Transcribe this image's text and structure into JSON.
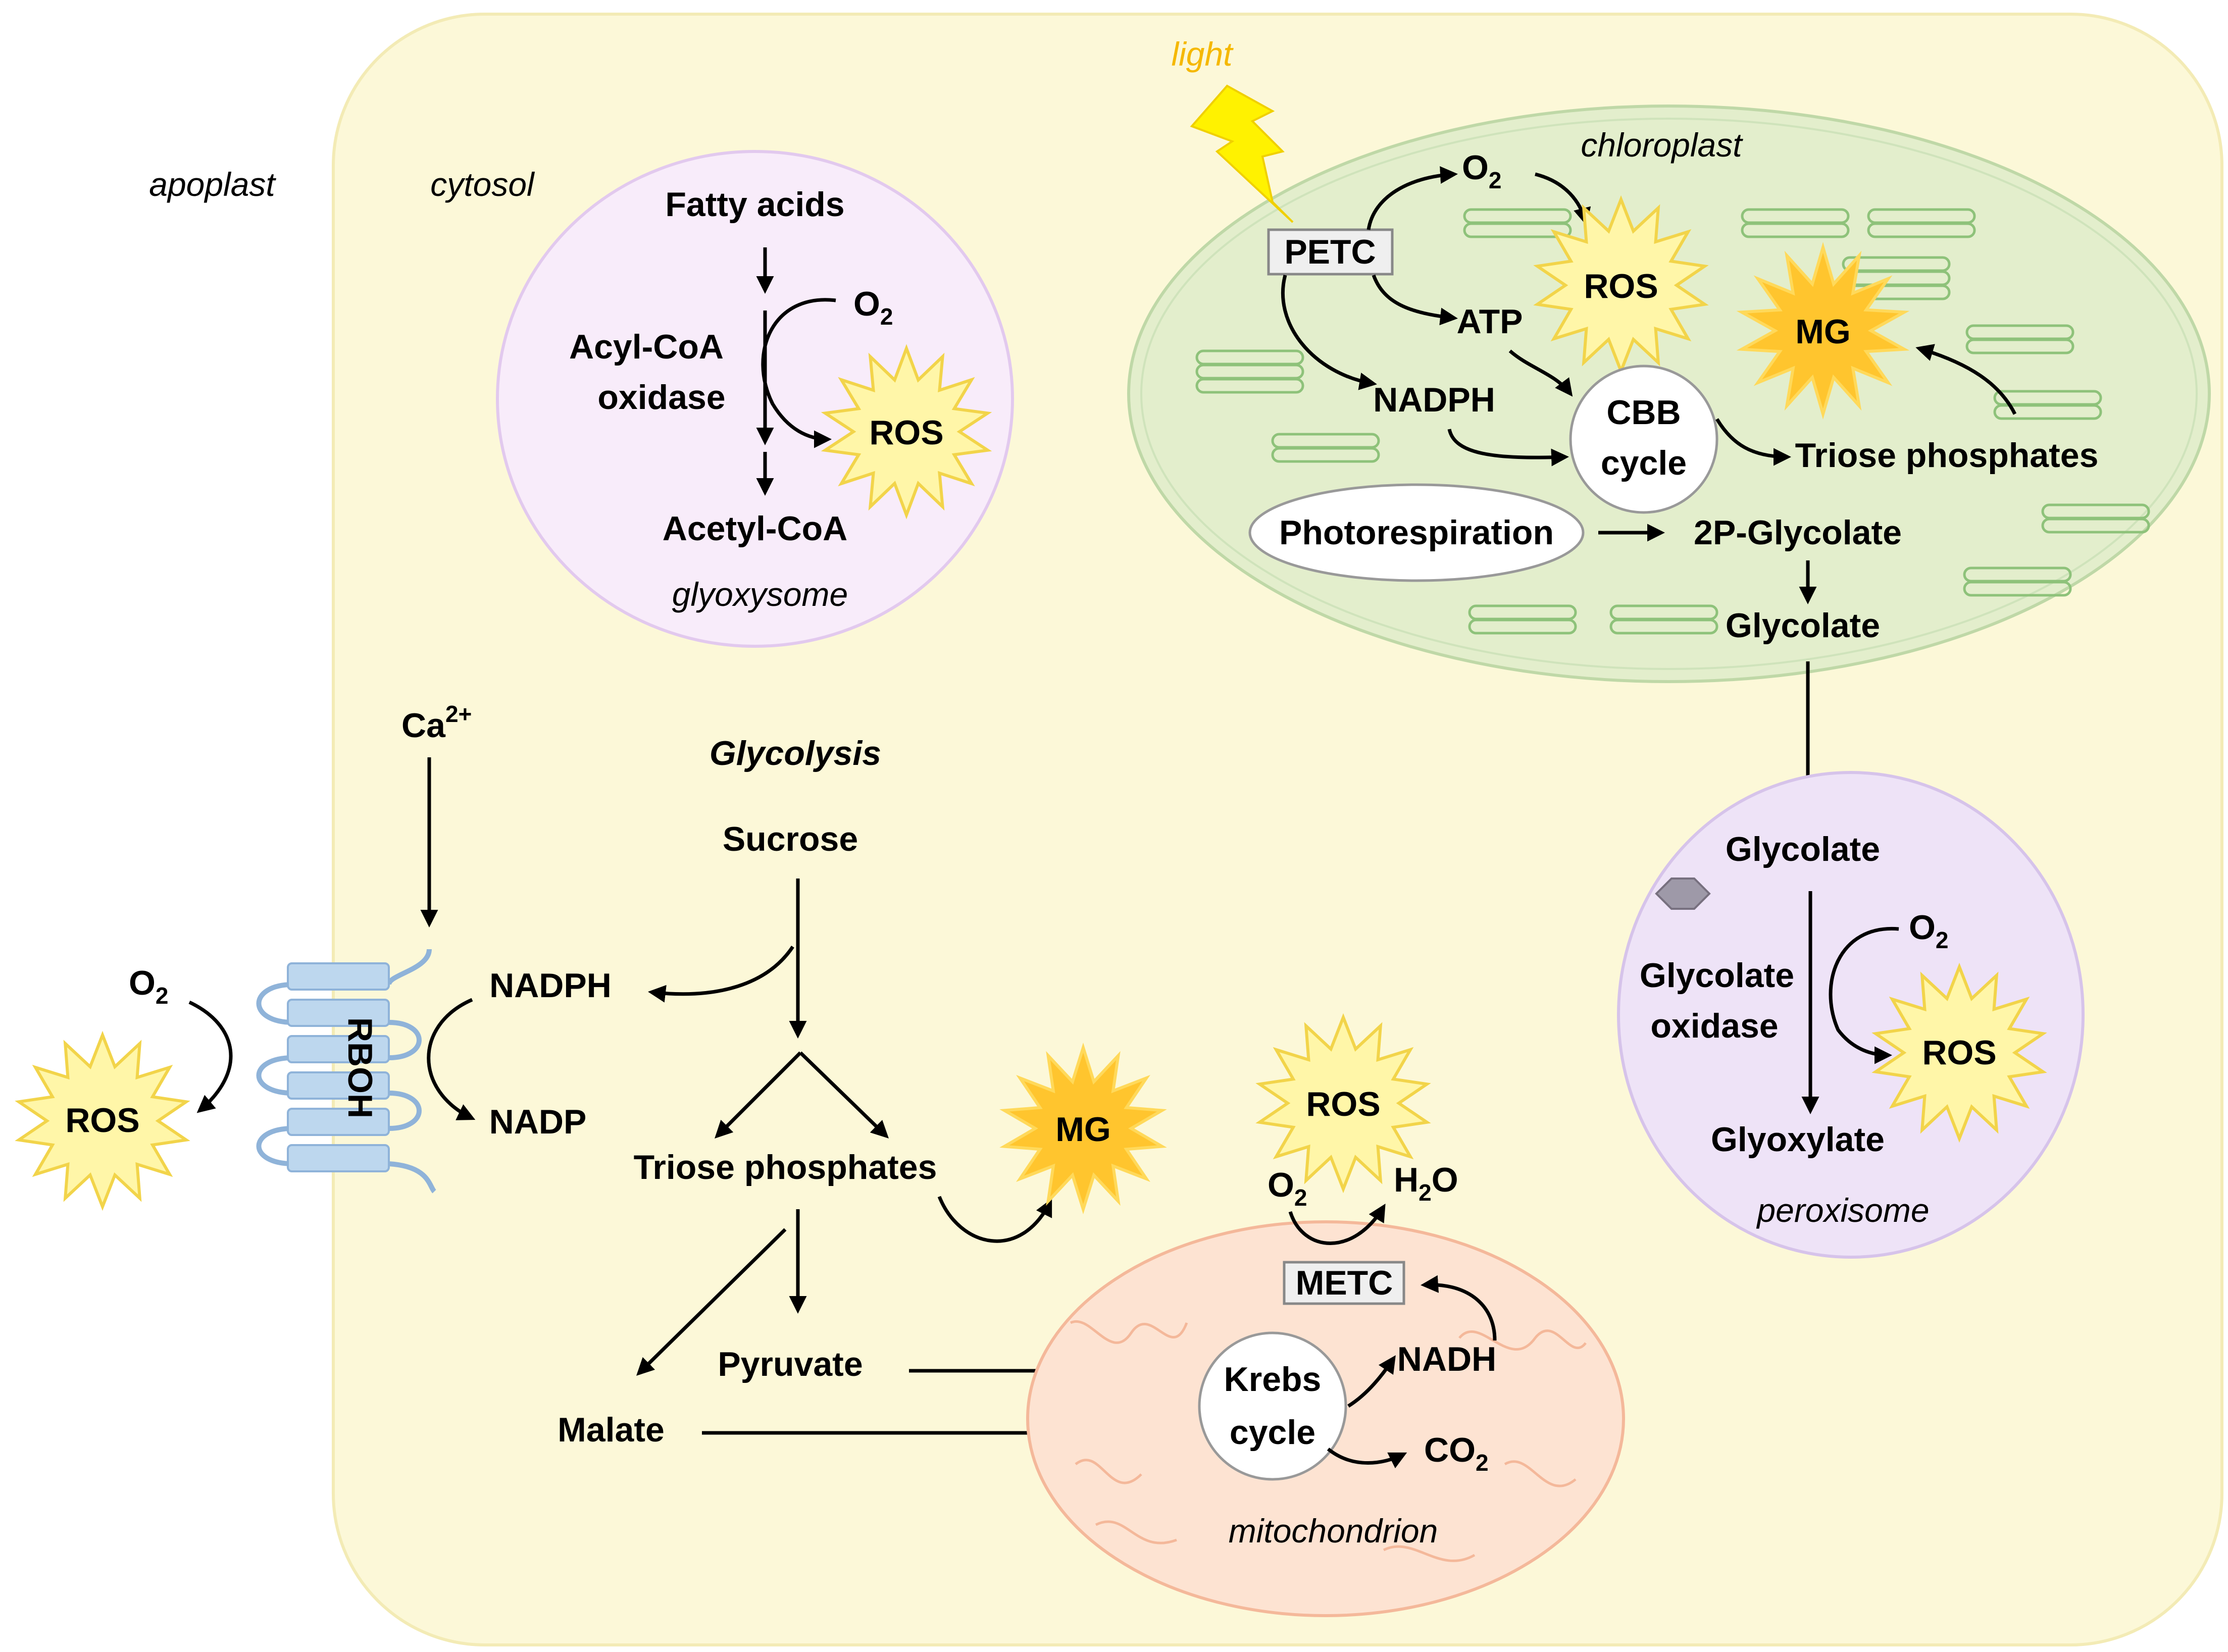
{
  "compartments": {
    "apoplast": "apoplast",
    "cytosol": "cytosol",
    "glyoxysome": "glyoxysome",
    "chloroplast": "chloroplast",
    "peroxisome": "peroxisome",
    "mitochondrion": "mitochondrion"
  },
  "light": "light",
  "glyoxysome": {
    "fatty_acids": "Fatty acids",
    "acyl_coa_oxidase_line1": "Acyl-CoA",
    "acyl_coa_oxidase_line2": "oxidase",
    "acetyl_coa": "Acetyl-CoA",
    "o2": "O",
    "o2_sub": "2",
    "ros": "ROS"
  },
  "chloroplast": {
    "petc": "PETC",
    "o2": "O",
    "o2_sub": "2",
    "atp": "ATP",
    "nadph": "NADPH",
    "ros": "ROS",
    "mg": "MG",
    "cbb_line1": "CBB",
    "cbb_line2": "cycle",
    "triose": "Triose phosphates",
    "photorespiration": "Photorespiration",
    "glycolate_2p": "2P-Glycolate",
    "glycolate": "Glycolate"
  },
  "peroxisome": {
    "glycolate": "Glycolate",
    "o2": "O",
    "o2_sub": "2",
    "oxidase_line1": "Glycolate",
    "oxidase_line2": "oxidase",
    "ros": "ROS",
    "glyoxylate": "Glyoxylate"
  },
  "membrane": {
    "ca": "Ca",
    "ca_sup": "2+",
    "rboh": "RBOH",
    "o2": "O",
    "o2_sub": "2",
    "ros": "ROS",
    "nadph": "NADPH",
    "nadp": "NADP"
  },
  "glycolysis": {
    "title": "Glycolysis",
    "sucrose": "Sucrose",
    "triose": "Triose phosphates",
    "mg": "MG",
    "pyruvate": "Pyruvate",
    "malate": "Malate"
  },
  "mitochondrion": {
    "ros": "ROS",
    "o2": "O",
    "o2_sub": "2",
    "h2o_h": "H",
    "h2o_sub": "2",
    "h2o_o": "O",
    "metc": "METC",
    "nadh": "NADH",
    "krebs_line1": "Krebs",
    "krebs_line2": "cycle",
    "co2": "CO",
    "co2_sub": "2"
  },
  "colors": {
    "cell": "#fcf8d8",
    "cell_border": "#f3ebb5",
    "glyoxysome": "#f8ecfa",
    "peroxisome": "#eee3f7",
    "chloroplast": "#e3eecc",
    "thylakoid": "#8ec27a",
    "mitochondrion": "#fde3d2",
    "mito_border": "#f4b89a",
    "ros_fill": "#fff6a8",
    "ros_stroke": "#f2d44a",
    "mg_fill": "#ffc52e",
    "light": "#fff200",
    "light_text": "#f5b800",
    "rboh": "#bdd7ee",
    "rboh_border": "#8fb3d9",
    "box_fill": "#efefef"
  }
}
